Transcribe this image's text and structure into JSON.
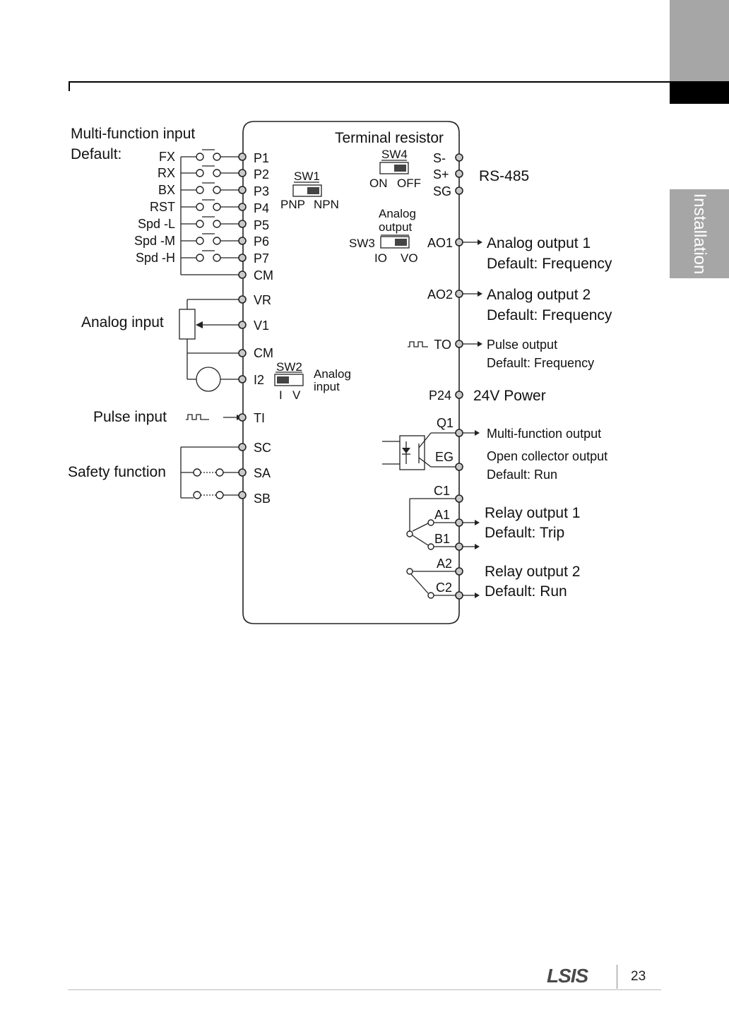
{
  "side_tab": {
    "label": "Installation"
  },
  "footer": {
    "logo": "LSIS",
    "page_number": "23"
  },
  "colors": {
    "tab_grey": "#a6a6a6",
    "terminal_dot": "#c9c9c9",
    "line": "#222222"
  },
  "left": {
    "multi_function_input": "Multi-function input",
    "default_label": "Default:",
    "inputs": [
      "FX",
      "RX",
      "BX",
      "RST",
      "Spd -L",
      "Spd -M",
      "Spd -H"
    ],
    "analog_input": "Analog input",
    "pulse_input": "Pulse input",
    "safety_function": "Safety function"
  },
  "terminals": {
    "left": [
      "P1",
      "P2",
      "P3",
      "P4",
      "P5",
      "P6",
      "P7",
      "CM",
      "VR",
      "V1",
      "CM",
      "I2",
      "TI",
      "SC",
      "SA",
      "SB"
    ],
    "right_top": [
      "S-",
      "S+",
      "SG"
    ],
    "right": [
      "AO1",
      "AO2",
      "TO",
      "P24",
      "Q1",
      "EG",
      "C1",
      "A1",
      "B1",
      "A2",
      "C2"
    ]
  },
  "switches": {
    "terminal_resistor": "Terminal resistor",
    "sw4": {
      "name": "SW4",
      "left": "ON",
      "right": "OFF"
    },
    "sw1": {
      "name": "SW1",
      "left": "PNP",
      "right": "NPN"
    },
    "sw3": {
      "name": "SW3",
      "title_line1": "Analog",
      "title_line2": "output",
      "left": "IO",
      "right": "VO"
    },
    "sw2": {
      "name": "SW2",
      "left": "I",
      "right": "V",
      "title_line1": "Analog",
      "title_line2": "input"
    }
  },
  "right": {
    "rs485": "RS-485",
    "ao1_title": "Analog output 1",
    "ao1_default": "Default: Frequency",
    "ao2_title": "Analog output 2",
    "ao2_default": "Default: Frequency",
    "to_title": "Pulse output",
    "to_default": "Default: Frequency",
    "p24": "24V Power",
    "mfo_title": "Multi-function output",
    "mfo_sub": "Open collector output",
    "mfo_default": "Default: Run",
    "relay1_title": "Relay output 1",
    "relay1_default": "Default: Trip",
    "relay2_title": "Relay output 2",
    "relay2_default": "Default: Run"
  }
}
